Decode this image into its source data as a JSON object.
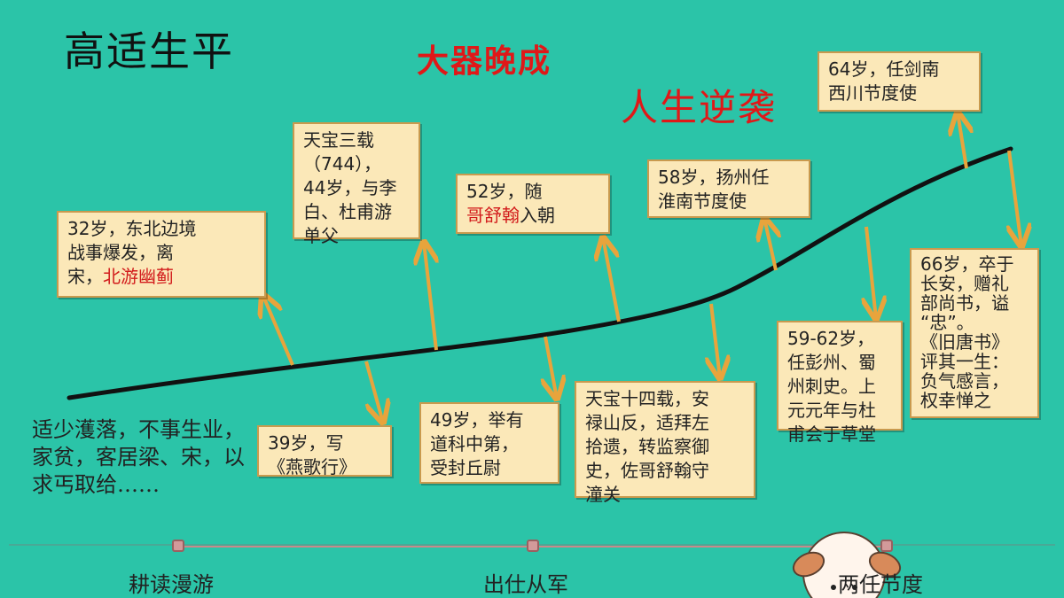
{
  "title": "高适生平",
  "slogan1": "大器晚成",
  "slogan2": "人生逆袭",
  "intro": "适少濩落，不事生业，家贫，客居梁、宋，以求丐取给……",
  "events": {
    "e32_a": "32岁，东北边境\n战事爆发，离\n宋，",
    "e32_red": "北游幽蓟",
    "e39": "39岁，写\n《燕歌行》",
    "e44": "天宝三载\n（744），\n44岁，与李\n白、杜甫游\n单父",
    "e49": "49岁，举有\n道科中第，\n受封丘尉",
    "e52_a": "52岁，随\n",
    "e52_red": "哥舒翰",
    "e52_b": "入朝",
    "e54": "天宝十四载，安\n禄山反，适拜左\n拾遗，转监察御\n史，佐哥舒翰守\n潼关",
    "e58": "58岁，扬州任\n淮南节度使",
    "e59": "59-62岁，\n任彭州、蜀\n州刺史。上\n元元年与杜\n甫会于草堂",
    "e64": "64岁，任剑南\n西川节度使",
    "e66": "66岁，卒于\n长安，赠礼\n部尚书，谥\n“忠”。\n《旧唐书》\n评其一生：\n负气感言，\n权幸惮之"
  },
  "phases": [
    "耕读漫游",
    "出仕从军",
    "两任节度"
  ],
  "colors": {
    "background": "#2bc4a8",
    "box": "#fbe8b8",
    "arrow": "#e8a43c",
    "title_red": "#e01818"
  }
}
